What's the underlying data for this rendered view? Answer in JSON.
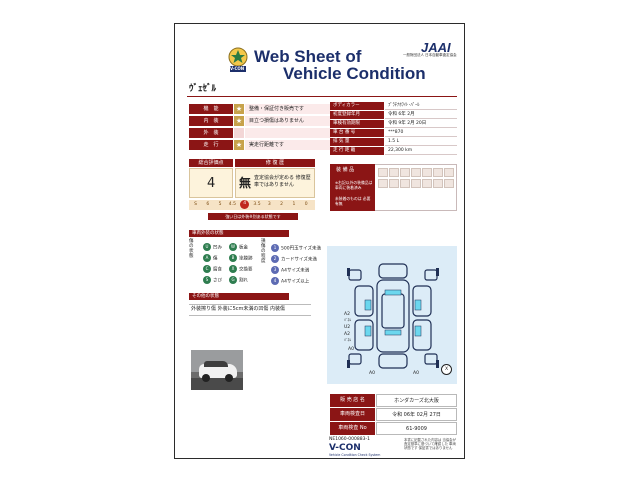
{
  "header": {
    "title_line1": "Web Sheet of",
    "title_line2": "Vehicle Condition",
    "vcon_badge": "V-CON",
    "jaai_logo": "JAAI",
    "jaai_org": "一般財団法人 日本自動車査定協会"
  },
  "vehicle_name": "ｳﾞｪｾﾞﾙ",
  "ratings": [
    {
      "label": "機　能",
      "value": "整備・保証付き販売です"
    },
    {
      "label": "内　装",
      "value": "目立つ損傷はありません"
    },
    {
      "label": "外　装",
      "value": ""
    },
    {
      "label": "走　行",
      "value": "実走行距離です"
    }
  ],
  "info": [
    {
      "label": "ボディカラー",
      "value": "ﾌﾟﾗﾁﾅﾎﾜｲﾄ･ﾊﾟｰﾙ"
    },
    {
      "label": "初度登録年月",
      "value": "令和 6年 2月"
    },
    {
      "label": "車検有効期限",
      "value": "令和 9年 2月 20日"
    },
    {
      "label": "車 台 番 号",
      "value": "***870"
    },
    {
      "label": "排 気 量",
      "value": "1.5 L"
    },
    {
      "label": "走 行 距 離",
      "value": "22,300 km"
    }
  ],
  "evaluation": {
    "total_header": "総合評価点",
    "repair_header": "修 復 歴",
    "score": "4",
    "repair_status": "無",
    "repair_text": "査定協会が定める 修復歴車ではありません",
    "scale_levels": [
      "S",
      "6",
      "5",
      "4.5",
      "4",
      "3.5",
      "3",
      "2",
      "1",
      "0"
    ],
    "selected_level": "4",
    "scale_note": "強い日は外装※別ある状態です"
  },
  "equipment": {
    "title": "装 備 品",
    "note": "※右記以外の装備品は 車両に装着済み",
    "note2": "未装着のものは 必要有無"
  },
  "damage_legend": {
    "section_title": "車両外装の状態",
    "group1_title": "傷の状態",
    "group1": [
      {
        "code": "U",
        "label": "凹み"
      },
      {
        "code": "W",
        "label": "板金"
      },
      {
        "code": "A",
        "label": "傷"
      },
      {
        "code": "B",
        "label": "塗膜跡"
      },
      {
        "code": "C",
        "label": "腐食"
      },
      {
        "code": "X",
        "label": "交換要"
      },
      {
        "code": "S",
        "label": "さび"
      },
      {
        "code": "G",
        "label": "割れ"
      }
    ],
    "group2_title": "損傷の程度",
    "group2": [
      "500円玉サイズ未満",
      "カードサイズ未満",
      "A4サイズ未満",
      "A4サイズ以上"
    ]
  },
  "other_info": {
    "title": "その他の状態",
    "text": "外装擦り傷 外装に5cm未満の凹傷 内装傷"
  },
  "diagram_labels": [
    "A2",
    "ﾊﾟﾈﾙ",
    "U2",
    "A2",
    "ﾊﾟﾈﾙ",
    "A0",
    "A0",
    "A0",
    "X"
  ],
  "bottom_table": [
    {
      "label": "販 売 店 名",
      "value": "ホンダカーズ北大阪"
    },
    {
      "label": "車両検査日",
      "value": "令和 06年 02月 27日"
    },
    {
      "label": "車両検査 No",
      "value": "61-9009"
    }
  ],
  "footer": {
    "number": "NE1060-000883-1",
    "brand": "V-CON",
    "brand_sub": "Vehicle Condition Check System",
    "disclaimer": "本書に記載された内容は 当協会が 査定基準に基づいて確認した 車両状態です 保証書ではありません"
  },
  "colors": {
    "accent": "#8b1515",
    "title_blue": "#1c2f6b",
    "gold": "#c7a24b",
    "diagram_bg": "#dcecf7"
  }
}
